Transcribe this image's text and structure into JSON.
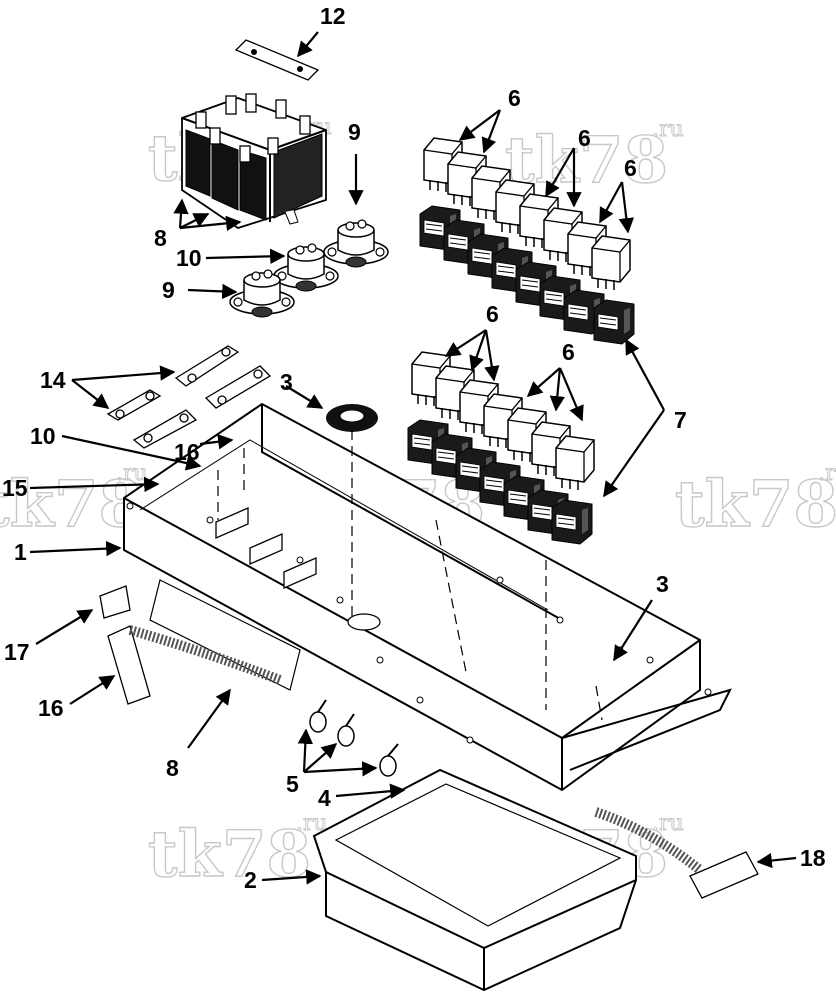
{
  "figure": {
    "watermark": {
      "main": "tk78",
      "suffix": ".ru"
    },
    "callouts": [
      {
        "id": "c12",
        "text": "12"
      },
      {
        "id": "c9a",
        "text": "9"
      },
      {
        "id": "c8a",
        "text": "8"
      },
      {
        "id": "c10a",
        "text": "10"
      },
      {
        "id": "c9b",
        "text": "9"
      },
      {
        "id": "c6a",
        "text": "6"
      },
      {
        "id": "c6b",
        "text": "6"
      },
      {
        "id": "c6c",
        "text": "6"
      },
      {
        "id": "c6d",
        "text": "6"
      },
      {
        "id": "c6e",
        "text": "6"
      },
      {
        "id": "c7",
        "text": "7"
      },
      {
        "id": "c14",
        "text": "14"
      },
      {
        "id": "c3a",
        "text": "3"
      },
      {
        "id": "c10b",
        "text": "10"
      },
      {
        "id": "c16a",
        "text": "16"
      },
      {
        "id": "c15",
        "text": "15"
      },
      {
        "id": "c1",
        "text": "1"
      },
      {
        "id": "c17",
        "text": "17"
      },
      {
        "id": "c16b",
        "text": "16"
      },
      {
        "id": "c8b",
        "text": "8"
      },
      {
        "id": "c3b",
        "text": "3"
      },
      {
        "id": "c5",
        "text": "5"
      },
      {
        "id": "c4",
        "text": "4"
      },
      {
        "id": "c2",
        "text": "2"
      },
      {
        "id": "c18",
        "text": "18"
      }
    ]
  }
}
